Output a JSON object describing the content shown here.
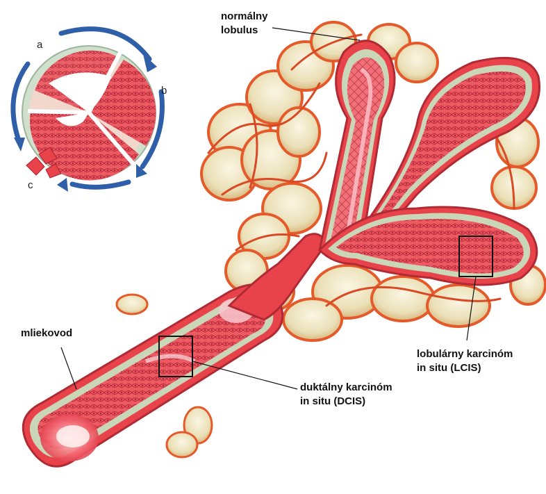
{
  "labels": {
    "normal_lobule": [
      "normálny",
      "lobulus"
    ],
    "milk_duct": "mliekovod",
    "dcis": [
      "duktálny karcinóm",
      "in situ (DCIS)"
    ],
    "lcis": [
      "lobulárny karcinóm",
      "in situ (LCIS)"
    ]
  },
  "inset": {
    "stage_a": "a",
    "stage_b": "b",
    "stage_c": "c"
  },
  "colors": {
    "tissue_red": "#e8434a",
    "duct_wall": "#c9d7b8",
    "cell_fill": "#ef6b72",
    "fat_lobule": "#f3ecd0",
    "arrow_blue": "#2f5fa8",
    "vessel": "#e2591f"
  }
}
